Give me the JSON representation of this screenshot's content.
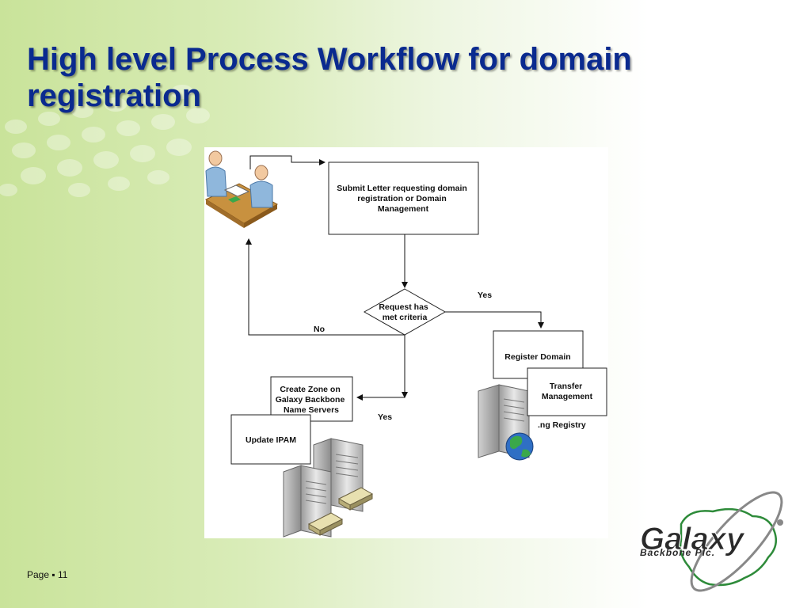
{
  "slide": {
    "title": "High level Process Workflow for domain registration",
    "footer_label": "Page",
    "footer_separator": "▪",
    "page_number": "11"
  },
  "diagram": {
    "nodes": {
      "submit": [
        "Submit Letter requesting domain",
        "registration or Domain",
        "Management"
      ],
      "decision": [
        "Request has",
        "met criteria"
      ],
      "register": [
        "Register Domain"
      ],
      "transfer": [
        "Transfer",
        "Management"
      ],
      "create_zone": [
        "Create Zone on",
        "Galaxy Backbone",
        "Name Servers"
      ],
      "update_ipam": [
        "Update IPAM"
      ]
    },
    "edge_labels": {
      "yes_right": "Yes",
      "no_left": "No",
      "yes_down": "Yes"
    },
    "registry_label": ".ng Registry",
    "icons": [
      "meeting-icon",
      "server-icon",
      "globe-icon",
      "network-switch-icon"
    ]
  },
  "logo": {
    "name": "Galaxy",
    "tagline": "Backbone Plc.",
    "colors": {
      "green": "#2e8b3a",
      "grey": "#888888",
      "dark": "#2a2a2a"
    }
  },
  "colors": {
    "title": "#0a2a8f",
    "bg_green": "#c9e39a"
  }
}
